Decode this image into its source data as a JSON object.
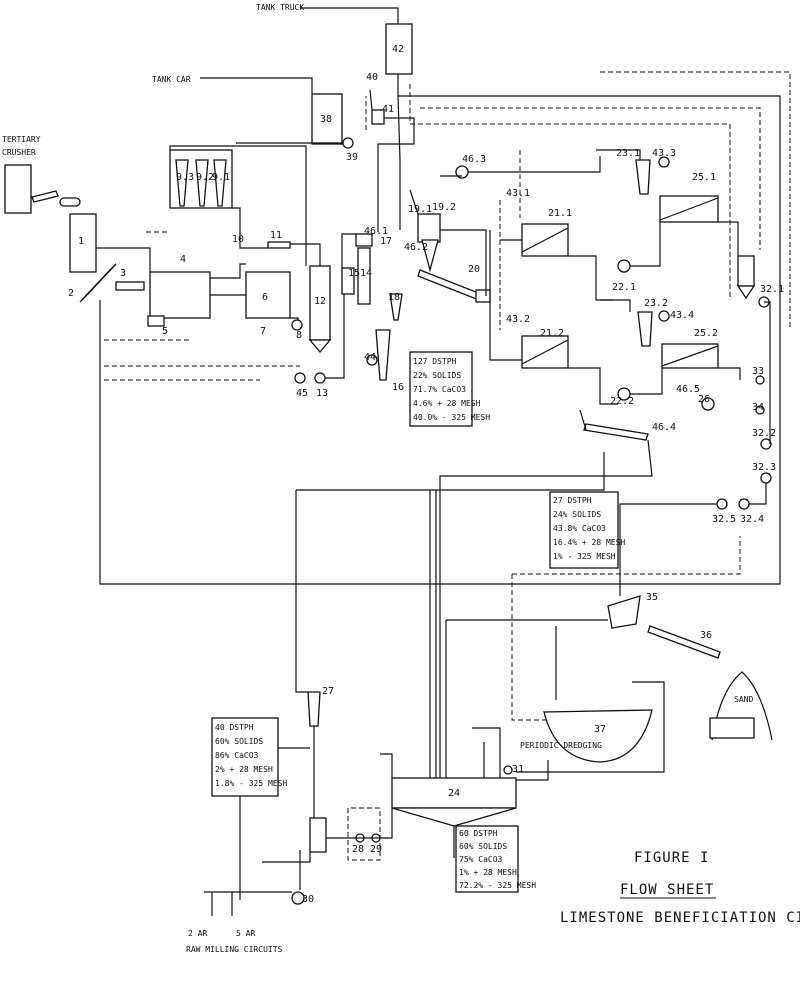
{
  "top_labels": {
    "tank_truck": "TANK TRUCK",
    "tank_car": "TANK CAR",
    "tertiary": "TERTIARY",
    "crusher": "CRUSHER"
  },
  "units": [
    "1",
    "2",
    "3",
    "4",
    "5",
    "6",
    "7",
    "8",
    "9.1",
    "9.2",
    "9.3",
    "10",
    "11",
    "12",
    "13",
    "14",
    "15",
    "16",
    "17",
    "18",
    "19.1",
    "19.2",
    "20",
    "21.1",
    "21.2",
    "22.1",
    "22.2",
    "23.1",
    "23.2",
    "24",
    "25.1",
    "25.2",
    "26",
    "27",
    "28",
    "29",
    "30",
    "31",
    "32.1",
    "32.2",
    "32.3",
    "32.4",
    "32.5",
    "33",
    "34",
    "35",
    "36",
    "37",
    "38",
    "39",
    "40",
    "41",
    "42",
    "43.1",
    "43.2",
    "43.3",
    "43.4",
    "44",
    "45",
    "46.1",
    "46.2",
    "46.3",
    "46.4",
    "46.5"
  ],
  "stream_boxes": [
    {
      "lines": [
        "127 DSTPH",
        "22% SOLIDS",
        "71.7% CaCO3",
        "4.6% + 28 MESH",
        "40.0% - 325 MESH"
      ]
    },
    {
      "lines": [
        "27 DSTPH",
        "24% SOLIDS",
        "43.8% CaCO3",
        "16.4% + 28 MESH",
        "1% - 325 MESH"
      ]
    },
    {
      "lines": [
        "40 DSTPH",
        "60% SOLIDS",
        "86% CaCO3",
        "2% + 28 MESH",
        "1.8% - 325 MESH"
      ]
    },
    {
      "lines": [
        "60 DSTPH",
        "60% SOLIDS",
        "75% CaCO3",
        "1% + 28 MESH",
        "72.2% - 325 MESH"
      ]
    }
  ],
  "misc": {
    "sand": "SAND",
    "periodic_dredging": "PERIODIC DREDGING",
    "raw_milling": "RAW MILLING CIRCUITS",
    "ar2": "2 AR",
    "ar5": "5 AR"
  },
  "figure": {
    "number": "FIGURE I",
    "title": "FLOW SHEET",
    "subtitle": "LIMESTONE BENEFICIATION CIRCUIT"
  },
  "colors": {
    "ink": "#111111",
    "paper": "#ffffff"
  }
}
